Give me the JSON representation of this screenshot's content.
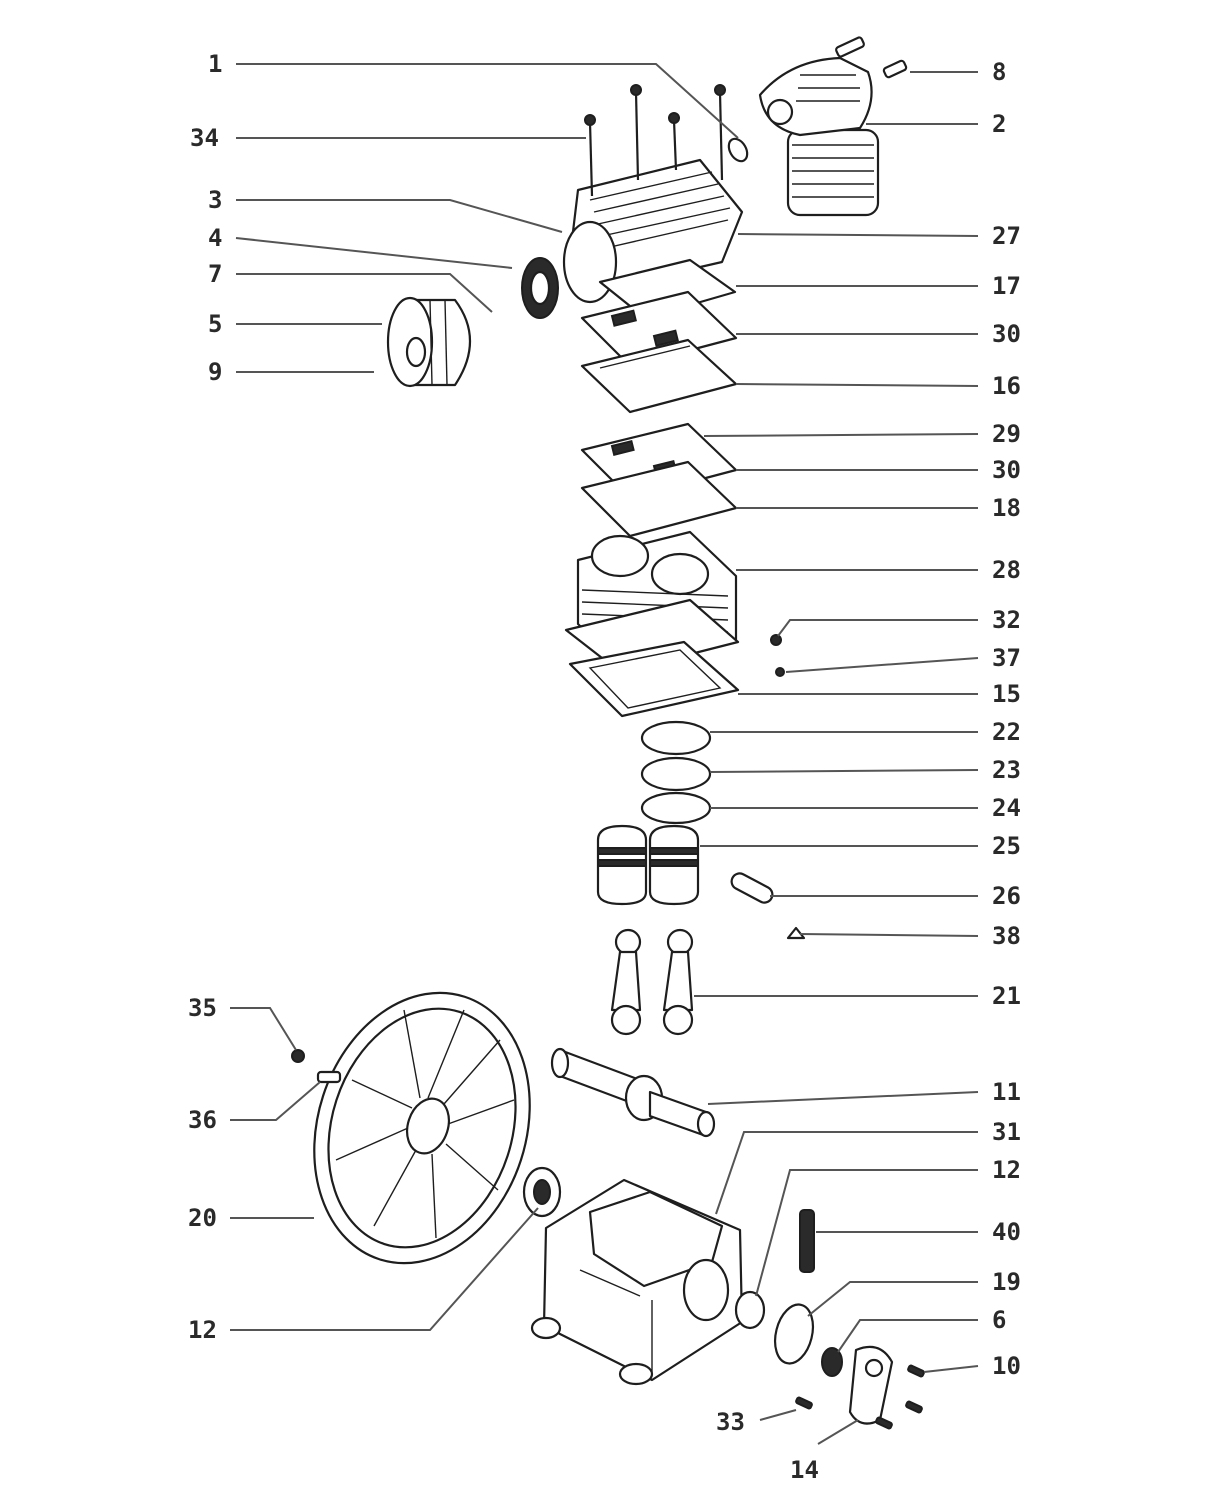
{
  "diagram": {
    "type": "exploded-parts-view",
    "subject": "air compressor pump",
    "callouts": [
      {
        "id": "c1",
        "label": "1"
      },
      {
        "id": "c34",
        "label": "34"
      },
      {
        "id": "c3",
        "label": "3"
      },
      {
        "id": "c4",
        "label": "4"
      },
      {
        "id": "c7",
        "label": "7"
      },
      {
        "id": "c5",
        "label": "5"
      },
      {
        "id": "c9",
        "label": "9"
      },
      {
        "id": "c8",
        "label": "8"
      },
      {
        "id": "c2",
        "label": "2"
      },
      {
        "id": "c27",
        "label": "27"
      },
      {
        "id": "c17",
        "label": "17"
      },
      {
        "id": "c30a",
        "label": "30"
      },
      {
        "id": "c16",
        "label": "16"
      },
      {
        "id": "c29",
        "label": "29"
      },
      {
        "id": "c30b",
        "label": "30"
      },
      {
        "id": "c18",
        "label": "18"
      },
      {
        "id": "c28",
        "label": "28"
      },
      {
        "id": "c32",
        "label": "32"
      },
      {
        "id": "c37",
        "label": "37"
      },
      {
        "id": "c15",
        "label": "15"
      },
      {
        "id": "c22",
        "label": "22"
      },
      {
        "id": "c23",
        "label": "23"
      },
      {
        "id": "c24",
        "label": "24"
      },
      {
        "id": "c25",
        "label": "25"
      },
      {
        "id": "c26",
        "label": "26"
      },
      {
        "id": "c38",
        "label": "38"
      },
      {
        "id": "c21",
        "label": "21"
      },
      {
        "id": "c35",
        "label": "35"
      },
      {
        "id": "c36",
        "label": "36"
      },
      {
        "id": "c20",
        "label": "20"
      },
      {
        "id": "c12a",
        "label": "12"
      },
      {
        "id": "c11",
        "label": "11"
      },
      {
        "id": "c31",
        "label": "31"
      },
      {
        "id": "c12b",
        "label": "12"
      },
      {
        "id": "c40",
        "label": "40"
      },
      {
        "id": "c19",
        "label": "19"
      },
      {
        "id": "c6",
        "label": "6"
      },
      {
        "id": "c10",
        "label": "10"
      },
      {
        "id": "c33",
        "label": "33"
      },
      {
        "id": "c14",
        "label": "14"
      }
    ]
  }
}
